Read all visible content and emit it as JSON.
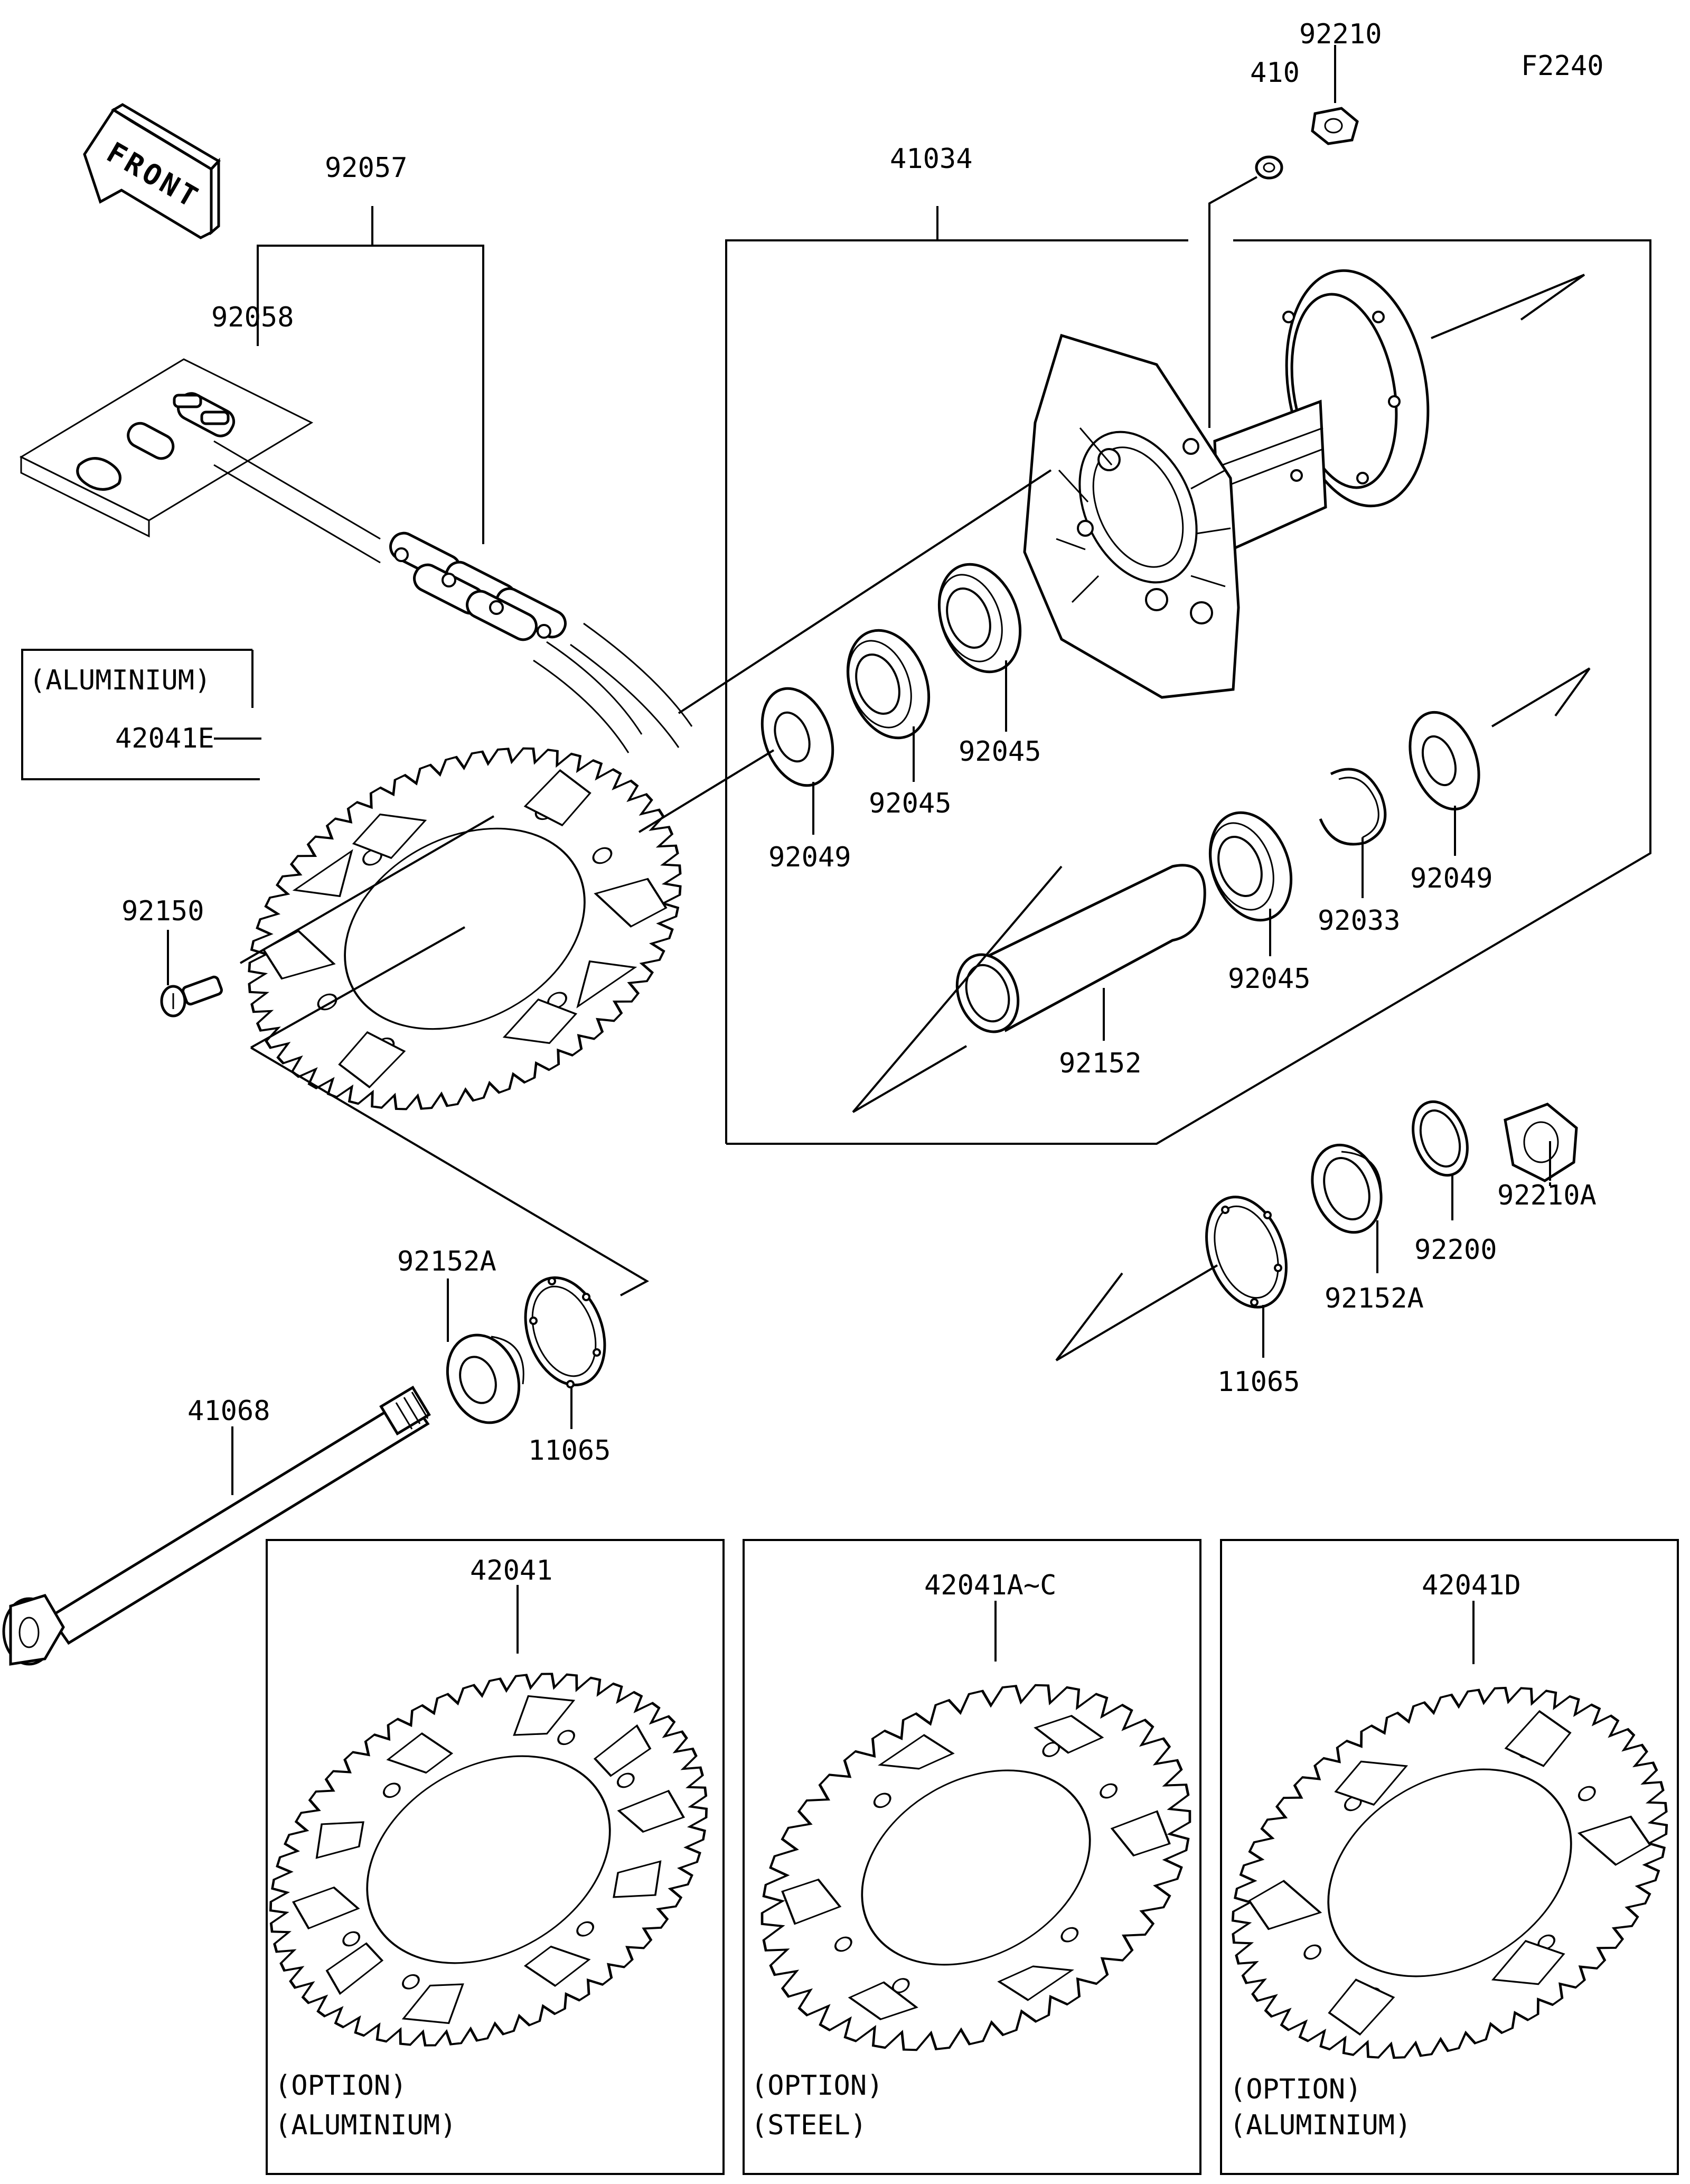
{
  "diagram": {
    "figure_code": "F2240",
    "front_label": "FRONT",
    "parts": {
      "chain": "92057",
      "master_link": "92058",
      "sprocket_aluminium_note": "(ALUMINIUM)",
      "sprocket_aluminium": "42041E",
      "sprocket_bolt": "92150",
      "hub_assy": "41034",
      "hub_stud": "410",
      "hub_nut": "92210",
      "oil_seal_left": "92049",
      "bearing_a": "92045",
      "bearing_b": "92045",
      "bearing_c": "92045",
      "oil_seal_right": "92049",
      "circlip": "92033",
      "spacer_inner": "92152",
      "spacer_left": "92152A",
      "chain_guard_left": "11065",
      "axle": "41068",
      "nut_axle": "92210A",
      "washer": "92200",
      "spacer_right": "92152A",
      "chain_guard_right": "11065"
    },
    "options": [
      {
        "part": "42041",
        "line1": "(OPTION)",
        "line2": "(ALUMINIUM)"
      },
      {
        "part": "42041A~C",
        "line1": "(OPTION)",
        "line2": "(STEEL)"
      },
      {
        "part": "42041D",
        "line1": "(OPTION)",
        "line2": "(ALUMINIUM)"
      }
    ]
  }
}
